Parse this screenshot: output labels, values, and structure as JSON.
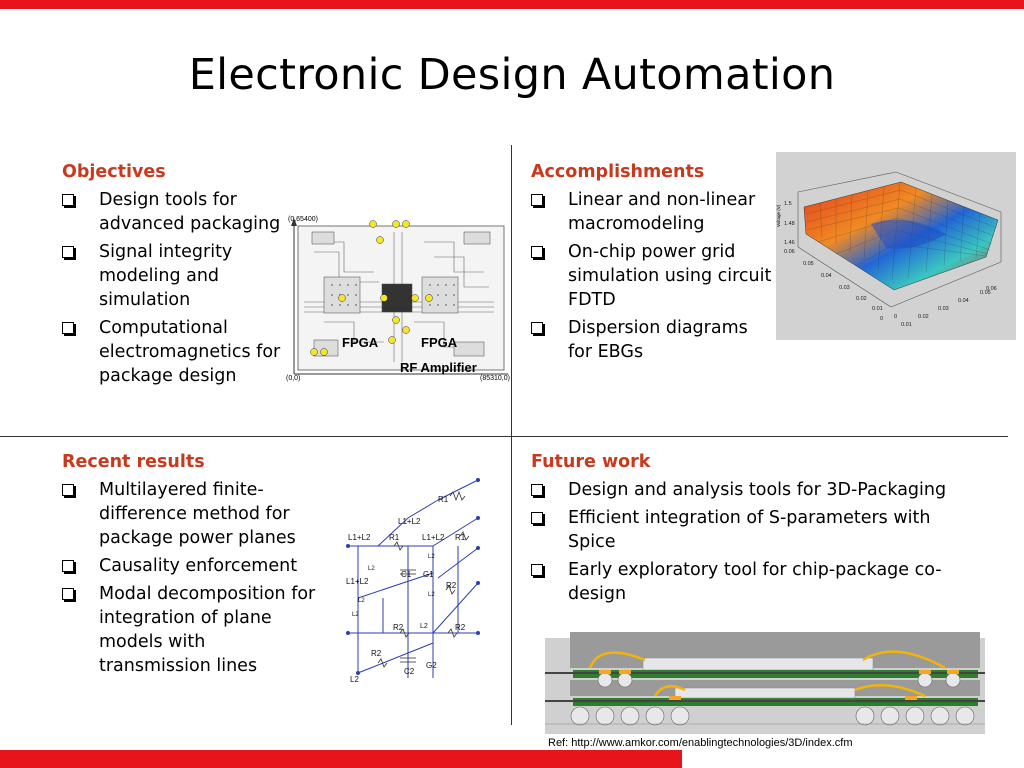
{
  "slide": {
    "title": "Electronic Design Automation",
    "accent_color": "#e8141b",
    "heading_color": "#c83a1e"
  },
  "objectives": {
    "heading": "Objectives",
    "items": [
      "Design tools for advanced packaging",
      "Signal integrity modeling and simulation",
      "Computational electromagnetics for package design"
    ]
  },
  "accomplishments": {
    "heading": "Accomplishments",
    "items": [
      "Linear and non-linear macromodeling",
      "On-chip power grid simulation using circuit FDTD",
      "Dispersion diagrams for EBGs"
    ]
  },
  "recent_results": {
    "heading": "Recent results",
    "items": [
      "Multilayered finite-difference method for package power planes",
      "Causality enforcement",
      "Modal decomposition for integration of plane models with transmission lines"
    ]
  },
  "future_work": {
    "heading": "Future work",
    "items": [
      "Design and analysis tools for 3D-Packaging",
      "Efficient integration of S-parameters with Spice",
      "Early exploratory tool for chip-package co-design"
    ]
  },
  "board_figure": {
    "corner_top_left": "(0,65400)",
    "corner_bottom_left": "(0,0)",
    "corner_bottom_right": "(85310,0)",
    "label_fpga_left": "FPGA",
    "label_fpga_right": "FPGA",
    "label_rf": "RF Amplifier"
  },
  "circuit_figure": {
    "labels": [
      "R1",
      "L1+L2",
      "L1+L2",
      "R1",
      "L1+L2",
      "R1",
      "L2",
      "C1",
      "G1",
      "L2",
      "L1+L2",
      "R2",
      "L2",
      "L2",
      "L2",
      "R2",
      "L2",
      "R2",
      "R2",
      "G2",
      "C2",
      "L2"
    ]
  },
  "surface_plot": {
    "z_ticks": [
      "1.5",
      "1.48",
      "1.46"
    ],
    "z_label": "Voltage (V)",
    "x_ticks": [
      "0.06",
      "0.05",
      "0.04",
      "0.03",
      "0.02",
      "0.01",
      "0"
    ],
    "y_ticks": [
      "0",
      "0.01",
      "0.02",
      "0.03",
      "0.04",
      "0.05",
      "0.06"
    ]
  },
  "reference": "Ref: http://www.amkor.com/enablingtechnologies/3D/index.cfm"
}
